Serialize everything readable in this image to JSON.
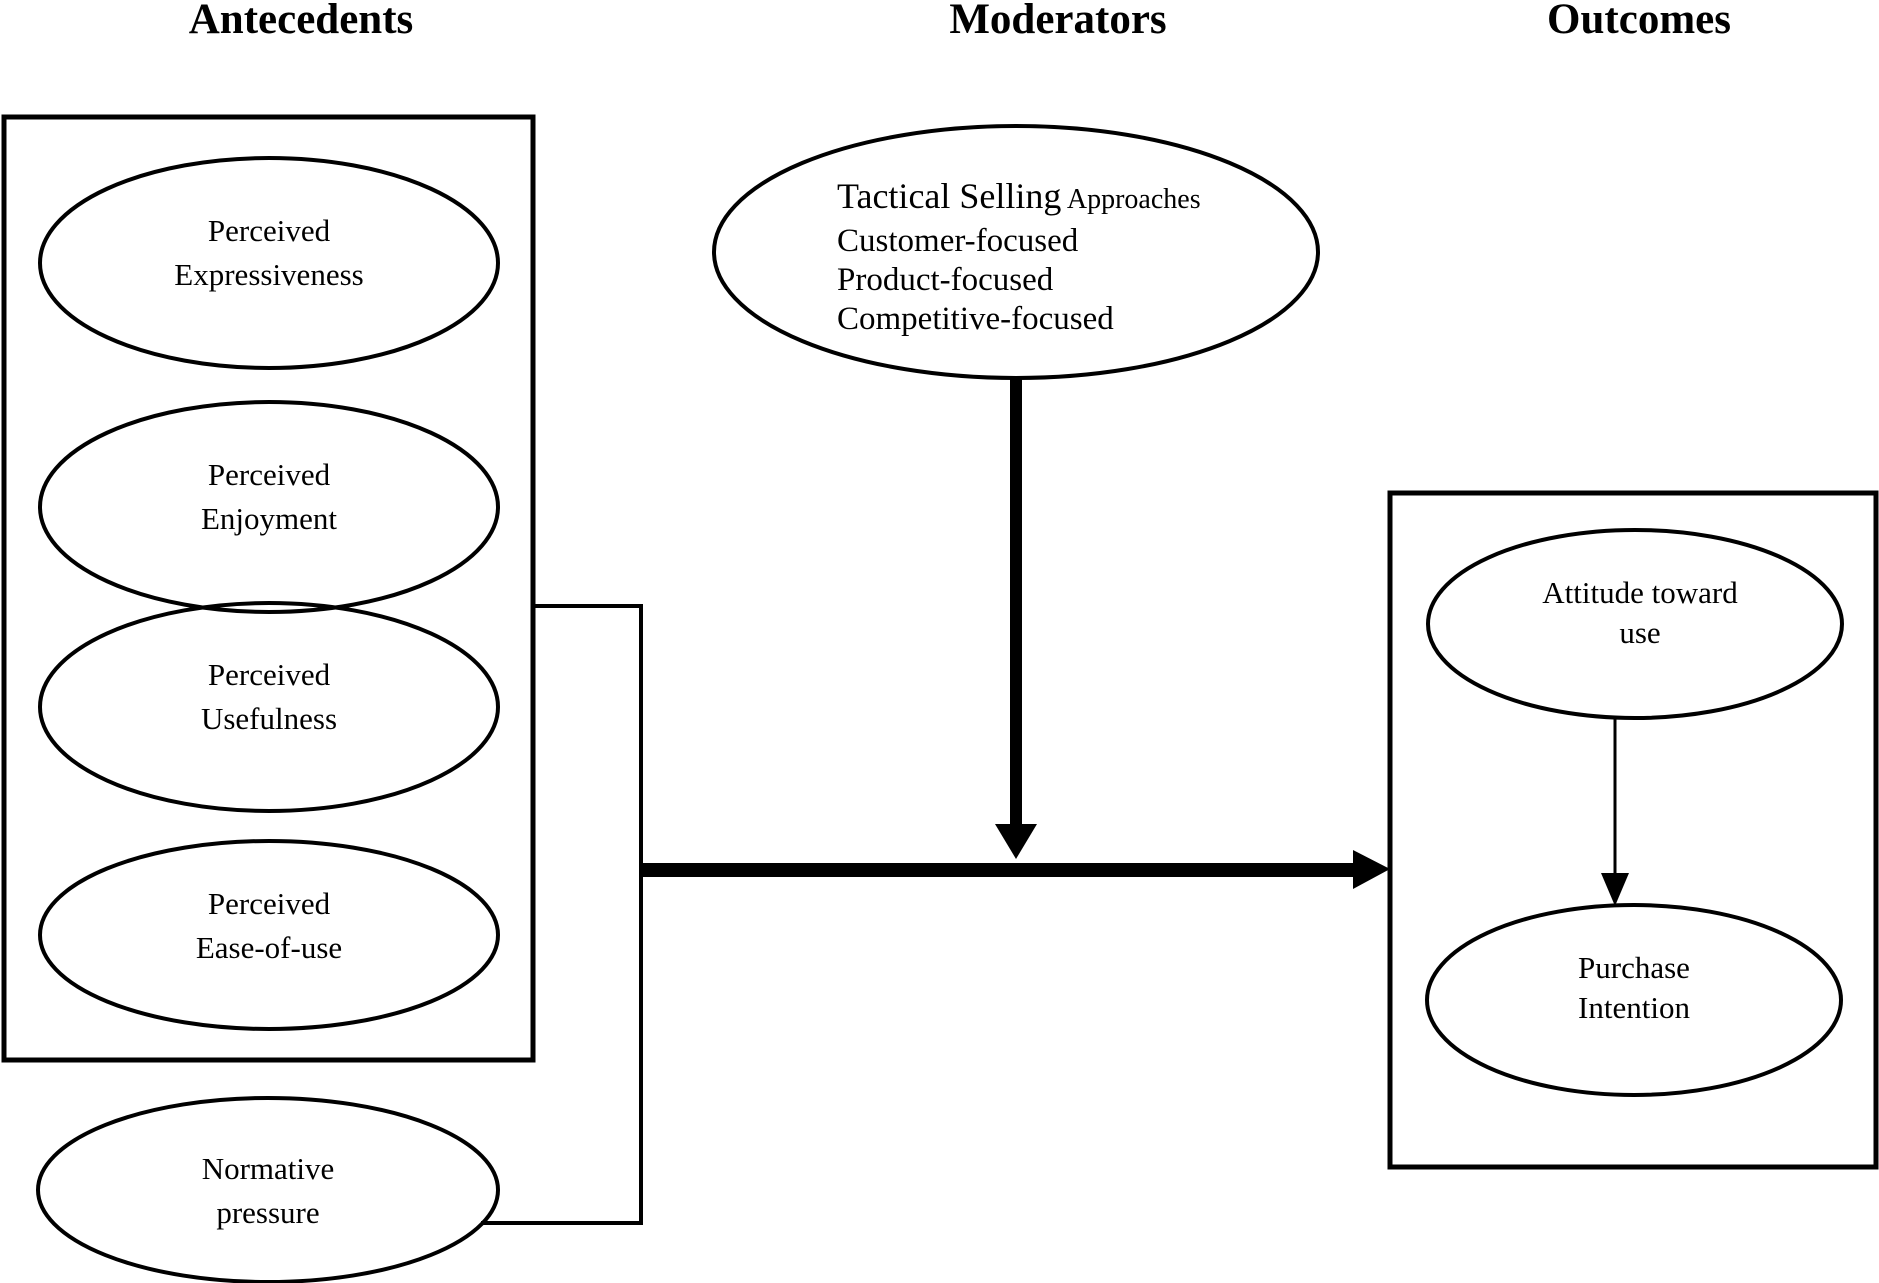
{
  "headers": {
    "antecedents": "Antecedents",
    "moderators": "Moderators",
    "outcomes": "Outcomes"
  },
  "antecedents": {
    "nodes": [
      {
        "line1": "Perceived",
        "line2": "Expressiveness"
      },
      {
        "line1": "Perceived",
        "line2": "Enjoyment"
      },
      {
        "line1": "Perceived",
        "line2": "Usefulness"
      },
      {
        "line1": "Perceived",
        "line2": "Ease-of-use"
      }
    ],
    "external_node": {
      "line1": "Normative",
      "line2": "pressure"
    }
  },
  "moderators": {
    "node": {
      "title_large": "Tactical Selling",
      "title_small": " Approaches",
      "lines": [
        "Customer-focused",
        "Product-focused",
        "Competitive-focused"
      ]
    }
  },
  "outcomes": {
    "nodes": [
      {
        "line1": "Attitude toward",
        "line2": "use"
      },
      {
        "line1": "Purchase",
        "line2": "Intention"
      }
    ]
  },
  "colors": {
    "stroke": "#000000",
    "background": "#ffffff"
  }
}
